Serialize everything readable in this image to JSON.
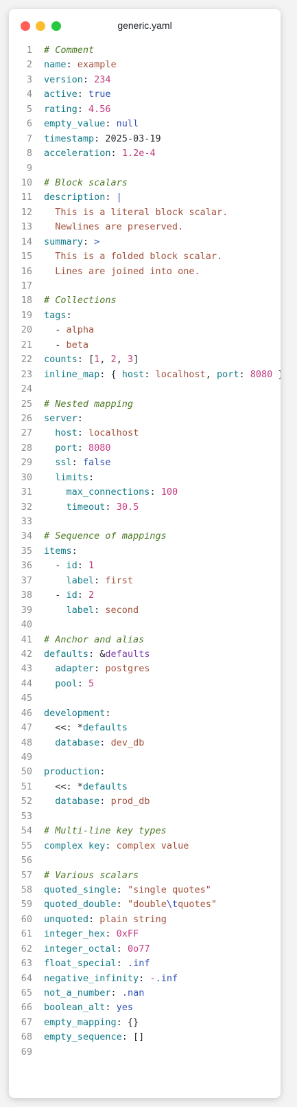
{
  "window": {
    "title": "generic.yaml",
    "controls": {
      "close": "close-button",
      "minimize": "minimize-button",
      "maximize": "maximize-button"
    }
  },
  "colors": {
    "comment": "#4f7a28",
    "key": "#127b89",
    "string": "#a2513c",
    "number": "#c23b7f",
    "constant": "#2c4fb5",
    "anchor": "#7c3aa8",
    "close": "#ff5f57",
    "minimize": "#febc2e",
    "maximize": "#28c840"
  },
  "lines": [
    [
      [
        "c",
        "# Comment"
      ]
    ],
    [
      [
        "k",
        "name"
      ],
      [
        "p",
        ": "
      ],
      [
        "s",
        "example"
      ]
    ],
    [
      [
        "k",
        "version"
      ],
      [
        "p",
        ": "
      ],
      [
        "n",
        "234"
      ]
    ],
    [
      [
        "k",
        "active"
      ],
      [
        "p",
        ": "
      ],
      [
        "b",
        "true"
      ]
    ],
    [
      [
        "k",
        "rating"
      ],
      [
        "p",
        ": "
      ],
      [
        "n",
        "4.56"
      ]
    ],
    [
      [
        "k",
        "empty_value"
      ],
      [
        "p",
        ": "
      ],
      [
        "b",
        "null"
      ]
    ],
    [
      [
        "k",
        "timestamp"
      ],
      [
        "p",
        ": 2025-03-19"
      ]
    ],
    [
      [
        "k",
        "acceleration"
      ],
      [
        "p",
        ": "
      ],
      [
        "n",
        "1.2e-4"
      ]
    ],
    [],
    [
      [
        "c",
        "# Block scalars"
      ]
    ],
    [
      [
        "k",
        "description"
      ],
      [
        "p",
        ": "
      ],
      [
        "b",
        "|"
      ]
    ],
    [
      [
        "s",
        "  This is a literal block scalar."
      ]
    ],
    [
      [
        "s",
        "  Newlines are preserved."
      ]
    ],
    [
      [
        "k",
        "summary"
      ],
      [
        "p",
        ": "
      ],
      [
        "b",
        ">"
      ]
    ],
    [
      [
        "s",
        "  This is a folded block scalar."
      ]
    ],
    [
      [
        "s",
        "  Lines are joined into one."
      ]
    ],
    [],
    [
      [
        "c",
        "# Collections"
      ]
    ],
    [
      [
        "k",
        "tags"
      ],
      [
        "p",
        ":"
      ]
    ],
    [
      [
        "p",
        "  - "
      ],
      [
        "s",
        "alpha"
      ]
    ],
    [
      [
        "p",
        "  - "
      ],
      [
        "s",
        "beta"
      ]
    ],
    [
      [
        "k",
        "counts"
      ],
      [
        "p",
        ": ["
      ],
      [
        "n",
        "1"
      ],
      [
        "p",
        ", "
      ],
      [
        "n",
        "2"
      ],
      [
        "p",
        ", "
      ],
      [
        "n",
        "3"
      ],
      [
        "p",
        "]"
      ]
    ],
    [
      [
        "k",
        "inline_map"
      ],
      [
        "p",
        ": { "
      ],
      [
        "k",
        "host"
      ],
      [
        "p",
        ": "
      ],
      [
        "s",
        "localhost"
      ],
      [
        "p",
        ", "
      ],
      [
        "k",
        "port"
      ],
      [
        "p",
        ": "
      ],
      [
        "n",
        "8080"
      ],
      [
        "p",
        " }"
      ]
    ],
    [],
    [
      [
        "c",
        "# Nested mapping"
      ]
    ],
    [
      [
        "k",
        "server"
      ],
      [
        "p",
        ":"
      ]
    ],
    [
      [
        "p",
        "  "
      ],
      [
        "k",
        "host"
      ],
      [
        "p",
        ": "
      ],
      [
        "s",
        "localhost"
      ]
    ],
    [
      [
        "p",
        "  "
      ],
      [
        "k",
        "port"
      ],
      [
        "p",
        ": "
      ],
      [
        "n",
        "8080"
      ]
    ],
    [
      [
        "p",
        "  "
      ],
      [
        "k",
        "ssl"
      ],
      [
        "p",
        ": "
      ],
      [
        "b",
        "false"
      ]
    ],
    [
      [
        "p",
        "  "
      ],
      [
        "k",
        "limits"
      ],
      [
        "p",
        ":"
      ]
    ],
    [
      [
        "p",
        "    "
      ],
      [
        "k",
        "max_connections"
      ],
      [
        "p",
        ": "
      ],
      [
        "n",
        "100"
      ]
    ],
    [
      [
        "p",
        "    "
      ],
      [
        "k",
        "timeout"
      ],
      [
        "p",
        ": "
      ],
      [
        "n",
        "30.5"
      ]
    ],
    [],
    [
      [
        "c",
        "# Sequence of mappings"
      ]
    ],
    [
      [
        "k",
        "items"
      ],
      [
        "p",
        ":"
      ]
    ],
    [
      [
        "p",
        "  - "
      ],
      [
        "k",
        "id"
      ],
      [
        "p",
        ": "
      ],
      [
        "n",
        "1"
      ]
    ],
    [
      [
        "p",
        "    "
      ],
      [
        "k",
        "label"
      ],
      [
        "p",
        ": "
      ],
      [
        "s",
        "first"
      ]
    ],
    [
      [
        "p",
        "  - "
      ],
      [
        "k",
        "id"
      ],
      [
        "p",
        ": "
      ],
      [
        "n",
        "2"
      ]
    ],
    [
      [
        "p",
        "    "
      ],
      [
        "k",
        "label"
      ],
      [
        "p",
        ": "
      ],
      [
        "s",
        "second"
      ]
    ],
    [],
    [
      [
        "c",
        "# Anchor and alias"
      ]
    ],
    [
      [
        "k",
        "defaults"
      ],
      [
        "p",
        ": &"
      ],
      [
        "a",
        "defaults"
      ]
    ],
    [
      [
        "p",
        "  "
      ],
      [
        "k",
        "adapter"
      ],
      [
        "p",
        ": "
      ],
      [
        "s",
        "postgres"
      ]
    ],
    [
      [
        "p",
        "  "
      ],
      [
        "k",
        "pool"
      ],
      [
        "p",
        ": "
      ],
      [
        "n",
        "5"
      ]
    ],
    [],
    [
      [
        "k",
        "development"
      ],
      [
        "p",
        ":"
      ]
    ],
    [
      [
        "p",
        "  <<: *"
      ],
      [
        "k",
        "defaults"
      ]
    ],
    [
      [
        "p",
        "  "
      ],
      [
        "k",
        "database"
      ],
      [
        "p",
        ": "
      ],
      [
        "s",
        "dev_db"
      ]
    ],
    [],
    [
      [
        "k",
        "production"
      ],
      [
        "p",
        ":"
      ]
    ],
    [
      [
        "p",
        "  <<: *"
      ],
      [
        "k",
        "defaults"
      ]
    ],
    [
      [
        "p",
        "  "
      ],
      [
        "k",
        "database"
      ],
      [
        "p",
        ": "
      ],
      [
        "s",
        "prod_db"
      ]
    ],
    [],
    [
      [
        "c",
        "# Multi-line key types"
      ]
    ],
    [
      [
        "k",
        "complex key"
      ],
      [
        "p",
        ": "
      ],
      [
        "s",
        "complex value"
      ]
    ],
    [],
    [
      [
        "c",
        "# Various scalars"
      ]
    ],
    [
      [
        "k",
        "quoted_single"
      ],
      [
        "p",
        ": "
      ],
      [
        "s",
        "\"single quotes\""
      ]
    ],
    [
      [
        "k",
        "quoted_double"
      ],
      [
        "p",
        ": "
      ],
      [
        "s",
        "\"double"
      ],
      [
        "b",
        "\\t"
      ],
      [
        "s",
        "quotes\""
      ]
    ],
    [
      [
        "k",
        "unquoted"
      ],
      [
        "p",
        ": "
      ],
      [
        "s",
        "plain string"
      ]
    ],
    [
      [
        "k",
        "integer_hex"
      ],
      [
        "p",
        ": "
      ],
      [
        "n",
        "0xFF"
      ]
    ],
    [
      [
        "k",
        "integer_octal"
      ],
      [
        "p",
        ": "
      ],
      [
        "n",
        "0o77"
      ]
    ],
    [
      [
        "k",
        "float_special"
      ],
      [
        "p",
        ": "
      ],
      [
        "b",
        ".inf"
      ]
    ],
    [
      [
        "k",
        "negative_infinity"
      ],
      [
        "p",
        ": "
      ],
      [
        "n",
        "-"
      ],
      [
        "b",
        ".inf"
      ]
    ],
    [
      [
        "k",
        "not_a_number"
      ],
      [
        "p",
        ": "
      ],
      [
        "b",
        ".nan"
      ]
    ],
    [
      [
        "k",
        "boolean_alt"
      ],
      [
        "p",
        ": "
      ],
      [
        "b",
        "yes"
      ]
    ],
    [
      [
        "k",
        "empty_mapping"
      ],
      [
        "p",
        ": {}"
      ]
    ],
    [
      [
        "k",
        "empty_sequence"
      ],
      [
        "p",
        ": []"
      ]
    ],
    []
  ]
}
